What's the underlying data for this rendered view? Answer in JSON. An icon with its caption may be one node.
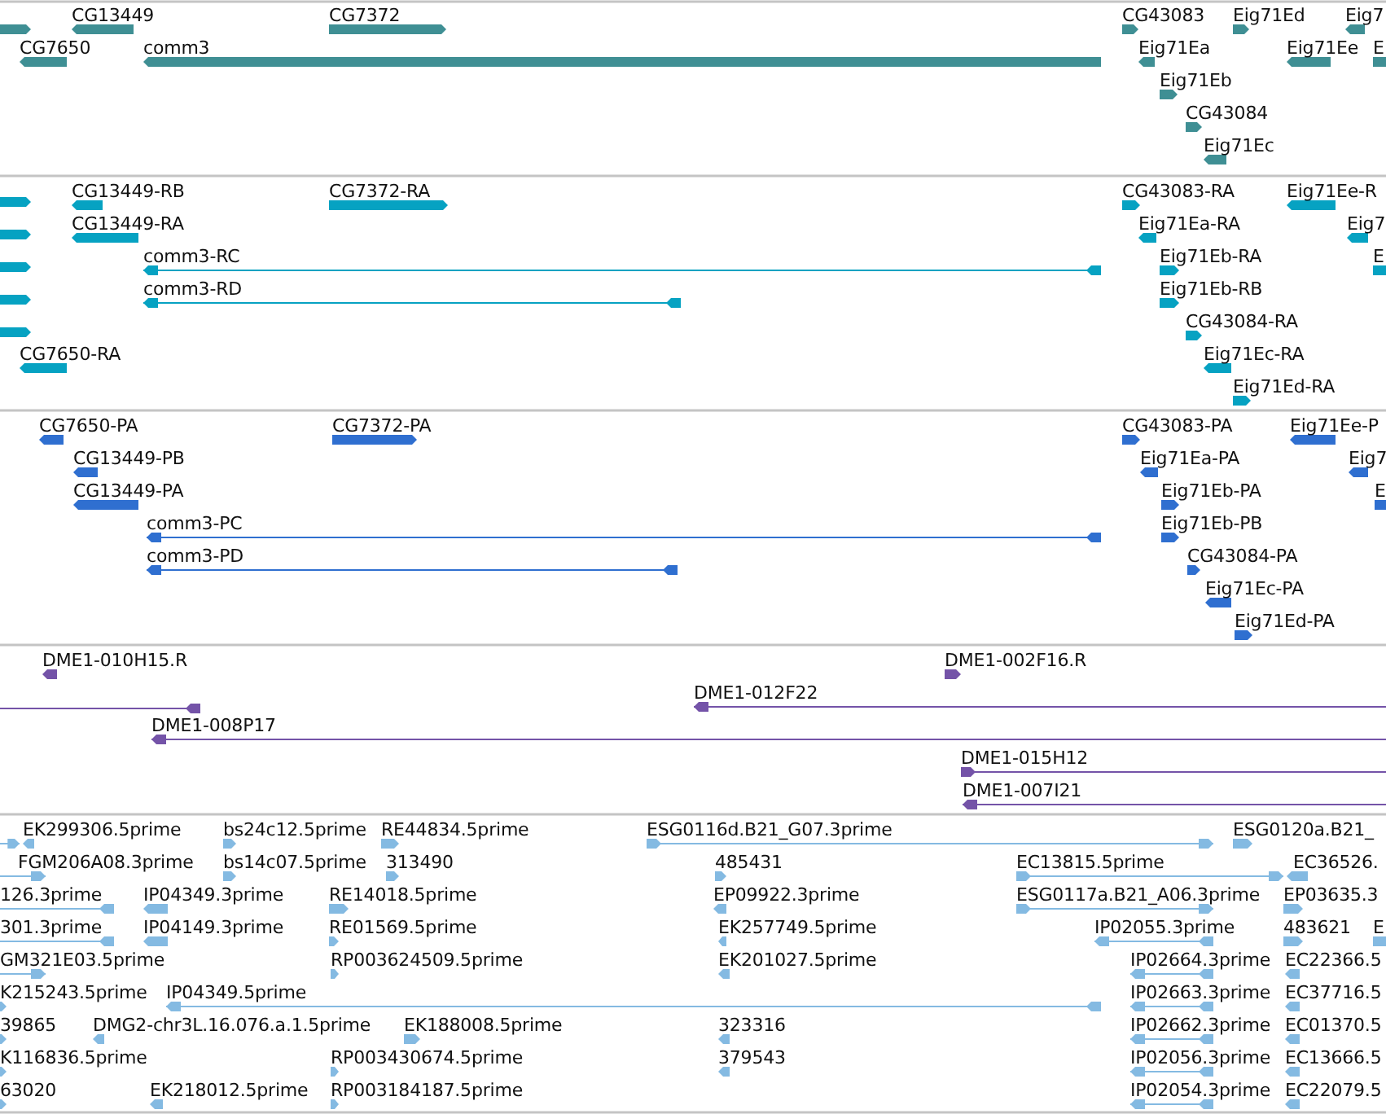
{
  "diagram": {
    "labels": [
      "CG13449",
      "CG7372",
      "CG43083",
      "Eig71Ed",
      "Eig7",
      "CG7650",
      "comm3",
      "Eig71Ea",
      "Eig71Ee",
      "E",
      "Eig71Eb",
      "CG43084",
      "Eig71Ec",
      "CG13449-RB",
      "CG7372-RA",
      "CG43083-RA",
      "Eig71Ee-R",
      "CG13449-RA",
      "Eig71Ea-RA",
      "Eig7",
      "comm3-RC",
      "Eig71Eb-RA",
      "E",
      "comm3-RD",
      "Eig71Eb-RB",
      "CG43084-RA",
      "CG7650-RA",
      "Eig71Ec-RA",
      "Eig71Ed-RA",
      "CG7650-PA",
      "CG7372-PA",
      "CG43083-PA",
      "Eig71Ee-P",
      "CG13449-PB",
      "Eig71Ea-PA",
      "Eig7",
      "CG13449-PA",
      "Eig71Eb-PA",
      "E",
      "comm3-PC",
      "Eig71Eb-PB",
      "comm3-PD",
      "CG43084-PA",
      "Eig71Ec-PA",
      "Eig71Ed-PA",
      "DME1-010H15.R",
      "DME1-002F16.R",
      "DME1-012F22",
      "DME1-008P17",
      "DME1-015H12",
      "DME1-007I21",
      "EK299306.5prime",
      "bs24c12.5prime",
      "RE44834.5prime",
      "ESG0116d.B21_G07.3prime",
      "ESG0120a.B21_",
      "FGM206A08.3prime",
      "bs14c07.5prime",
      "313490",
      "485431",
      "EC13815.5prime",
      "EC36526.",
      "126.3prime",
      "IP04349.3prime",
      "RE14018.5prime",
      "EP09922.3prime",
      "ESG0117a.B21_A06.3prime",
      "EP03635.3",
      "301.3prime",
      "IP04149.3prime",
      "RE01569.5prime",
      "EK257749.5prime",
      "IP02055.3prime",
      "483621",
      "E",
      "GM321E03.5prime",
      "RP003624509.5prime",
      "EK201027.5prime",
      "IP02664.3prime",
      "EC22366.5",
      "K215243.5prime",
      "IP04349.5prime",
      "IP02663.3prime",
      "EC37716.5",
      "39865",
      "DMG2-chr3L.16.076.a.1.5prime",
      "EK188008.5prime",
      "323316",
      "IP02662.3prime",
      "EC01370.5",
      "K116836.5prime",
      "RP003430674.5prime",
      "379543",
      "IP02056.3prime",
      "EC13666.5",
      "63020",
      "EK218012.5prime",
      "RP003184187.5prime",
      "IP02054.3prime",
      "EC22079.5"
    ]
  }
}
